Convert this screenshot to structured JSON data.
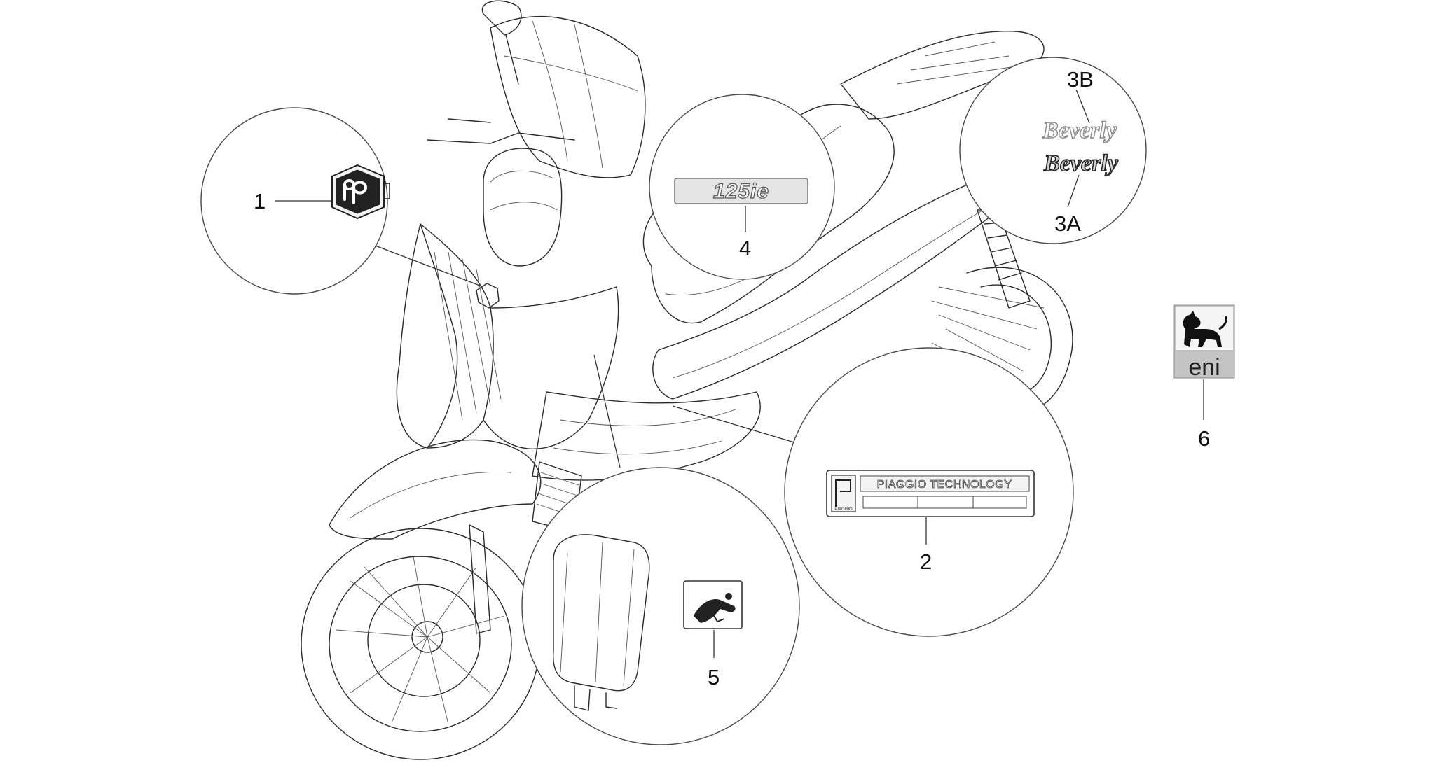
{
  "diagram": {
    "callouts": [
      {
        "id": "1",
        "label": "1"
      },
      {
        "id": "2",
        "label": "2"
      },
      {
        "id": "3A",
        "label": "3A"
      },
      {
        "id": "3B",
        "label": "3B"
      },
      {
        "id": "4",
        "label": "4"
      },
      {
        "id": "5",
        "label": "5"
      },
      {
        "id": "6",
        "label": "6"
      }
    ],
    "decals": {
      "plate_brand": "PIAGGIO TECHNOLOGY",
      "plate_small": "PIAGGIO",
      "model_badge": "125ie",
      "model_name_outline": "Beverly",
      "model_name": "Beverly",
      "sponsor_logo": "eni"
    },
    "colors": {
      "stroke": "#2a2a2a",
      "sponsor_background": "#bdbdbd"
    },
    "icons": [
      "piaggio-badge-icon",
      "eni-dog-icon",
      "warning-pictogram-icon"
    ]
  }
}
